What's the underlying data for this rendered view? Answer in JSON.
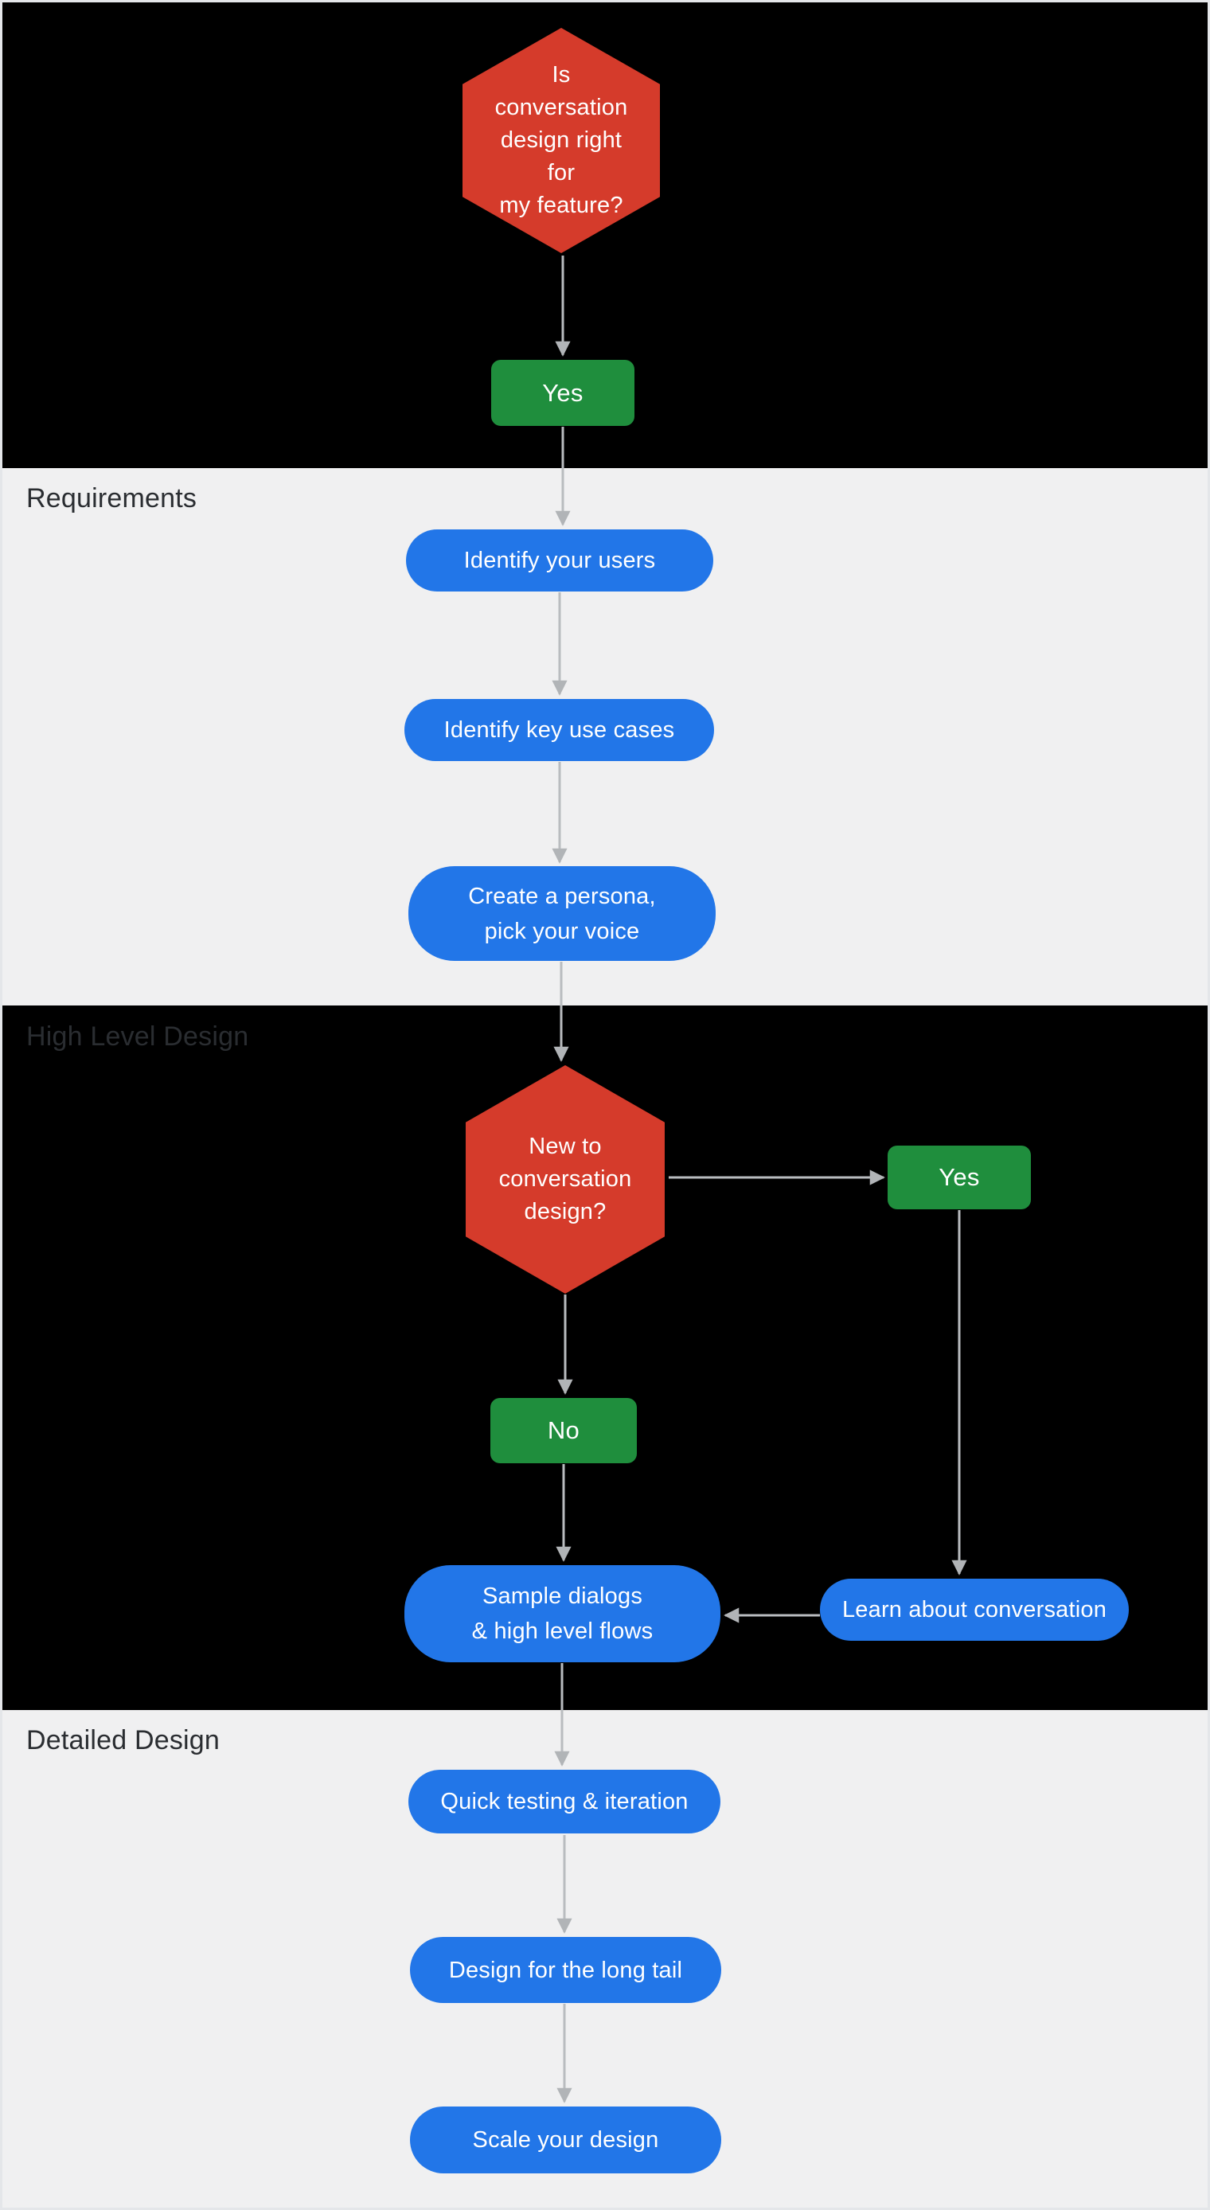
{
  "diagram": {
    "title_hint": "Conversation design process flowchart",
    "sections": [
      {
        "id": "intro",
        "title": ""
      },
      {
        "id": "requirements",
        "title": "Requirements"
      },
      {
        "id": "high_level_design",
        "title": "High Level Design"
      },
      {
        "id": "detailed_design",
        "title": "Detailed Design"
      }
    ],
    "nodes": {
      "start_question": {
        "type": "decision",
        "label": "Is conversation\ndesign right for\nmy feature?"
      },
      "start_yes": {
        "type": "answer",
        "label": "Yes"
      },
      "identify_users": {
        "type": "step",
        "label": "Identify your users"
      },
      "identify_use_cases": {
        "type": "step",
        "label": "Identify key use cases"
      },
      "create_persona": {
        "type": "step",
        "label": "Create a persona,\npick your voice"
      },
      "new_to_design_question": {
        "type": "decision",
        "label": "New to\nconversation\ndesign?"
      },
      "new_yes": {
        "type": "answer",
        "label": "Yes"
      },
      "new_no": {
        "type": "answer",
        "label": "No"
      },
      "sample_dialogs": {
        "type": "step",
        "label": "Sample dialogs\n& high level flows"
      },
      "learn_conversation": {
        "type": "step",
        "label": "Learn about conversation"
      },
      "quick_testing": {
        "type": "step",
        "label": "Quick testing & iteration"
      },
      "design_long_tail": {
        "type": "step",
        "label": "Design for the long tail"
      },
      "scale_design": {
        "type": "step",
        "label": "Scale your design"
      }
    },
    "edges": [
      {
        "from": "start_question",
        "to": "start_yes",
        "direction": "down"
      },
      {
        "from": "start_yes",
        "to": "identify_users",
        "direction": "down"
      },
      {
        "from": "identify_users",
        "to": "identify_use_cases",
        "direction": "down"
      },
      {
        "from": "identify_use_cases",
        "to": "create_persona",
        "direction": "down"
      },
      {
        "from": "create_persona",
        "to": "new_to_design_question",
        "direction": "down"
      },
      {
        "from": "new_to_design_question",
        "to": "new_yes",
        "direction": "right"
      },
      {
        "from": "new_to_design_question",
        "to": "new_no",
        "direction": "down"
      },
      {
        "from": "new_yes",
        "to": "learn_conversation",
        "direction": "down"
      },
      {
        "from": "new_no",
        "to": "sample_dialogs",
        "direction": "down"
      },
      {
        "from": "learn_conversation",
        "to": "sample_dialogs",
        "direction": "left"
      },
      {
        "from": "sample_dialogs",
        "to": "quick_testing",
        "direction": "down"
      },
      {
        "from": "quick_testing",
        "to": "design_long_tail",
        "direction": "down"
      },
      {
        "from": "design_long_tail",
        "to": "scale_design",
        "direction": "down"
      }
    ]
  },
  "colors": {
    "decision_red": "#d53b2b",
    "answer_green": "#1f8e3d",
    "step_blue": "#2276e8",
    "dark_section_bg": "#000000",
    "light_section_bg": "#f0f0f1",
    "section_label": "#2a2d31",
    "connector_gray": "#b9bcbf",
    "node_text": "#ffffff"
  }
}
